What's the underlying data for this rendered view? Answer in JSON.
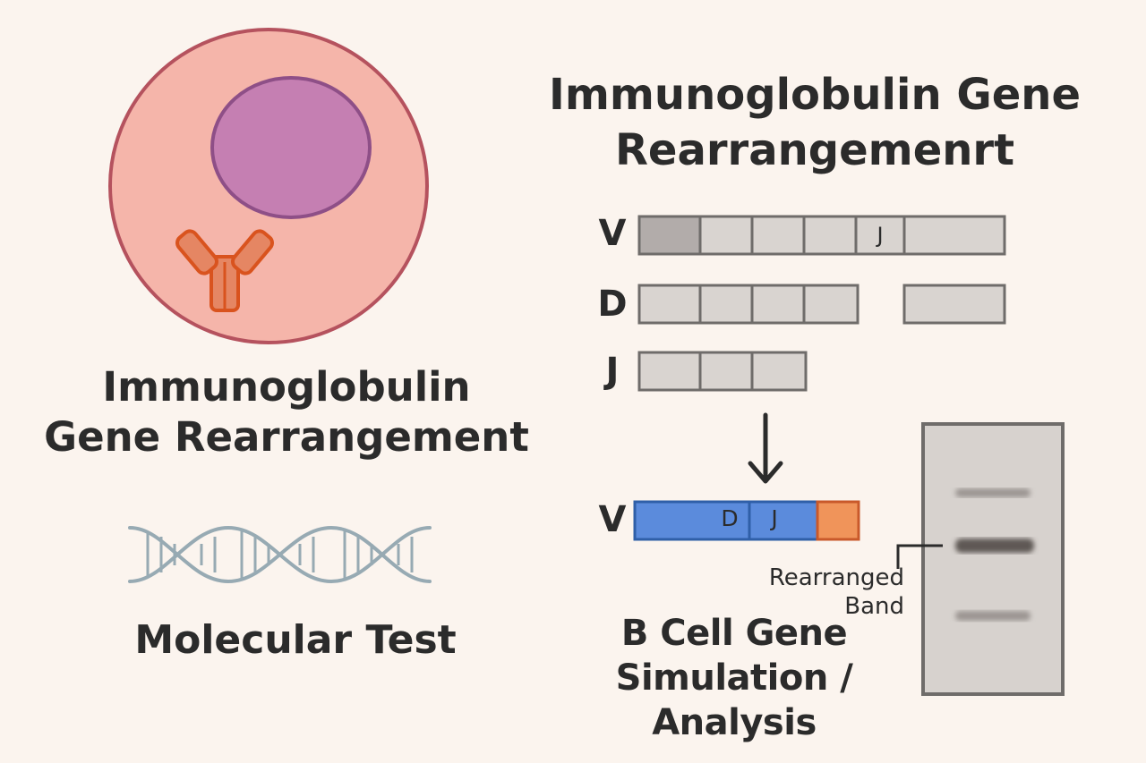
{
  "left_title": [
    "Immunoglobulin",
    "Gene Rearrangement"
  ],
  "right_title": [
    "Immunoglobulin Gene",
    "Rearrangemenrt"
  ],
  "footer_left": "Molecular Test",
  "footer_right": [
    "B Cell Gene",
    "Simulation / Analysis"
  ],
  "segments": {
    "v_label": "V",
    "d_label": "D",
    "j_label": "J",
    "v_inner_label": "J",
    "result_label": "V",
    "result_d": "D",
    "result_j": "J"
  },
  "gel": {
    "band_label": [
      "Rearranged",
      "Band"
    ]
  },
  "colors": {
    "background": "#fbf4ee",
    "cell": "#f5b5aa",
    "cell_border": "#b5525e",
    "nucleus": "#c57fb2",
    "antibody": "#e06a3a",
    "segment_fill": "#d9d4d0",
    "segment_border": "#6f6c6a",
    "result_blue": "#5b8bdc",
    "result_orange": "#f0945a",
    "dna": "#97aab3"
  }
}
